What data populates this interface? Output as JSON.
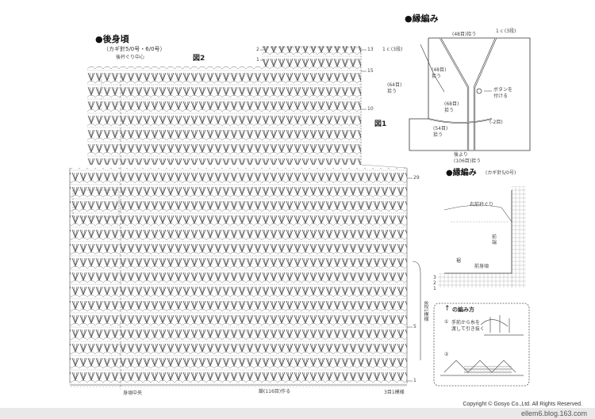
{
  "back": {
    "title": "●後身頃",
    "hook_note": "（カギ針5/0号・6/0号）",
    "neck_center": "後衿ぐり中心",
    "fig_label": "図2",
    "back_center": "身頃中央",
    "chain_note": "鎖(116目)作る",
    "three_stitch": "3目1模様",
    "row_labels": [
      "13",
      "15",
      "10",
      "29",
      "8段1模様",
      "5",
      "1"
    ],
    "small_marks": [
      "2",
      "1"
    ]
  },
  "edging_top": {
    "title": "●縁編み",
    "fig_label": "図1",
    "labels": {
      "pick_48_top": "(48目)拾う",
      "one_c_3_right": "1 c (3段)",
      "one_c_3_left": "1 c (3段)",
      "pick_48_left": "(48目)\n拾う",
      "pick_64": "(64目)\n拾う",
      "button": "ボタンを\n付ける",
      "pick_68": "(68目)\n拾う",
      "pick_54": "(54目)\n拾う",
      "minus2": "(-2目)",
      "pick_106": "後より\n(106目)拾う"
    }
  },
  "edging_detail": {
    "title": "●縁編み",
    "hook_note": "(カギ針5/0号)",
    "labels": {
      "right_neck": "右前衿ぐり",
      "front_edge": "前\n端",
      "hem": "裾",
      "front_body": "前身頃",
      "rows": [
        "3",
        "2",
        "1"
      ]
    }
  },
  "legend": {
    "title": "の編み方",
    "step1_num": "①",
    "step1_text": "手前から糸を\n渡して引き抜く",
    "step2_num": "②"
  },
  "footer": {
    "copyright": "Copyright © Gosyo Co.,Ltd. All Rights Reserved.",
    "blog": "ellem6.blog.163.com"
  },
  "colors": {
    "line": "#333333",
    "text": "#222222",
    "footer_bg": "#e9e9e9"
  }
}
